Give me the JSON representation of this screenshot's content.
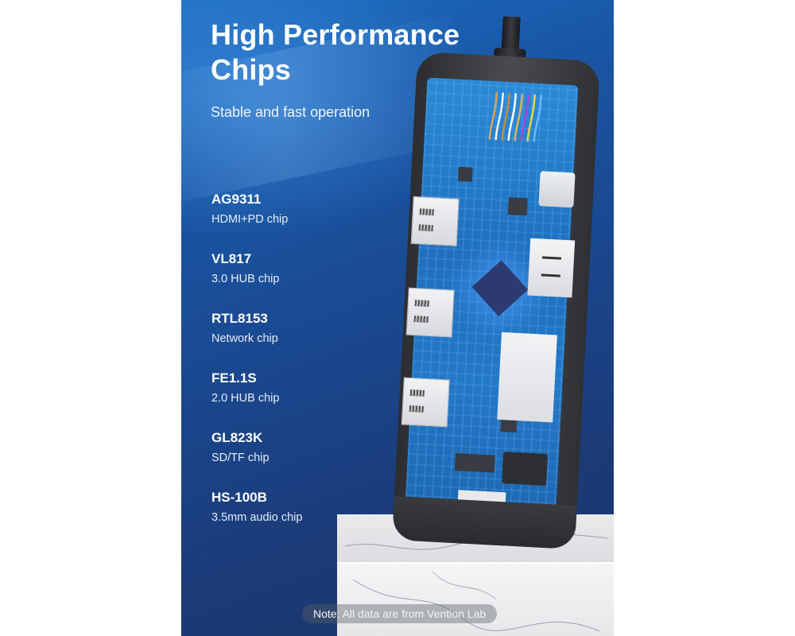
{
  "header": {
    "title_line1": "High Performance",
    "title_line2": "Chips",
    "subtitle": "Stable and fast operation"
  },
  "chips": [
    {
      "name": "AG9311",
      "description": "HDMI+PD chip"
    },
    {
      "name": "VL817",
      "description": "3.0 HUB chip"
    },
    {
      "name": "RTL8153",
      "description": "Network chip"
    },
    {
      "name": "FE1.1S",
      "description": "2.0 HUB chip"
    },
    {
      "name": "GL823K",
      "description": "SD/TF chip"
    },
    {
      "name": "HS-100B",
      "description": "3.5mm audio chip"
    }
  ],
  "footer": {
    "note": "Note: All data are from Vention Lab"
  },
  "product_image": {
    "subject": "usb-c-docking-hub-internal-view",
    "visible_ports": [
      "hdmi",
      "hdmi",
      "hdmi",
      "usb-c",
      "usb-a",
      "sd-card",
      "3.5mm-audio"
    ]
  },
  "colors": {
    "background_top": "#1d6fc4",
    "background_bottom": "#1b3465",
    "pcb_blue": "#2478c8",
    "text": "#ffffff",
    "pedestal": "#e9eaec"
  }
}
